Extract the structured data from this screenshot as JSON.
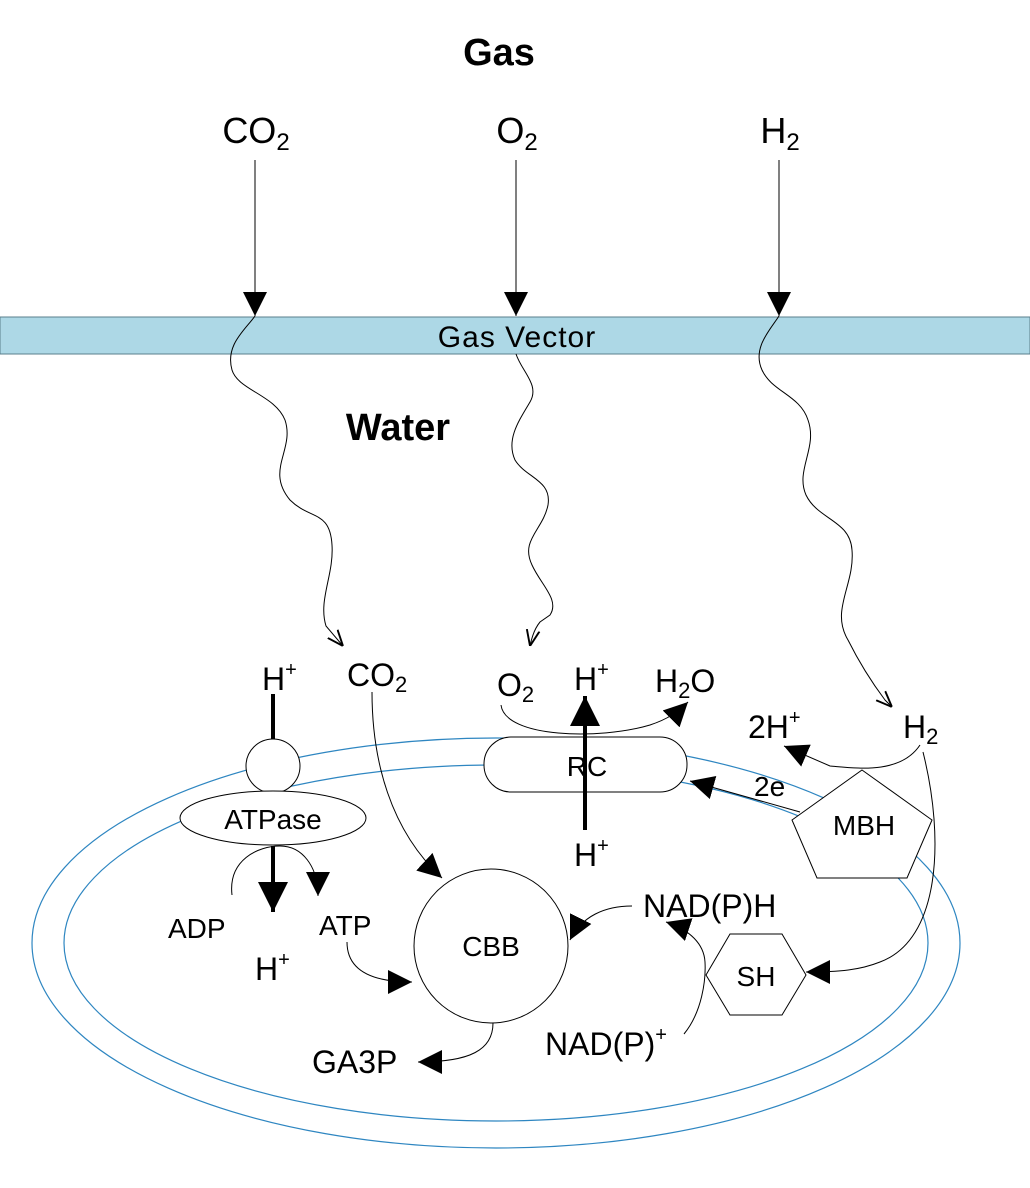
{
  "headings": {
    "gas": "Gas",
    "water": "Water",
    "gas_vector": "Gas Vector"
  },
  "gas_inputs": {
    "co2": {
      "base": "CO",
      "sub": "2"
    },
    "o2": {
      "base": "O",
      "sub": "2"
    },
    "h2": {
      "base": "H",
      "sub": "2"
    }
  },
  "species": {
    "h_plus_top": {
      "base": "H",
      "sup": "+"
    },
    "co2": {
      "base": "CO",
      "sub": "2"
    },
    "o2": {
      "base": "O",
      "sub": "2"
    },
    "h_plus_rc_top": {
      "base": "H",
      "sup": "+"
    },
    "h2o": {
      "a": "H",
      "sub": "2",
      "b": "O"
    },
    "two_h_plus": {
      "base": "2H",
      "sup": "+"
    },
    "h2": {
      "base": "H",
      "sub": "2"
    },
    "two_e": "2e",
    "h_plus_rc_bottom": {
      "base": "H",
      "sup": "+"
    },
    "adp": "ADP",
    "atp": "ATP",
    "h_plus_bottom": {
      "base": "H",
      "sup": "+"
    },
    "nadph": "NAD(P)H",
    "nadp_plus": {
      "base": "NAD(P)",
      "sup": "+"
    },
    "ga3p": "GA3P"
  },
  "components": {
    "atpase": "ATPase",
    "rc": "RC",
    "mbh": "MBH",
    "cbb": "CBB",
    "sh": "SH"
  },
  "colors": {
    "gas_vector_fill": "#add8e6",
    "membrane_stroke": "#2e86c1"
  }
}
